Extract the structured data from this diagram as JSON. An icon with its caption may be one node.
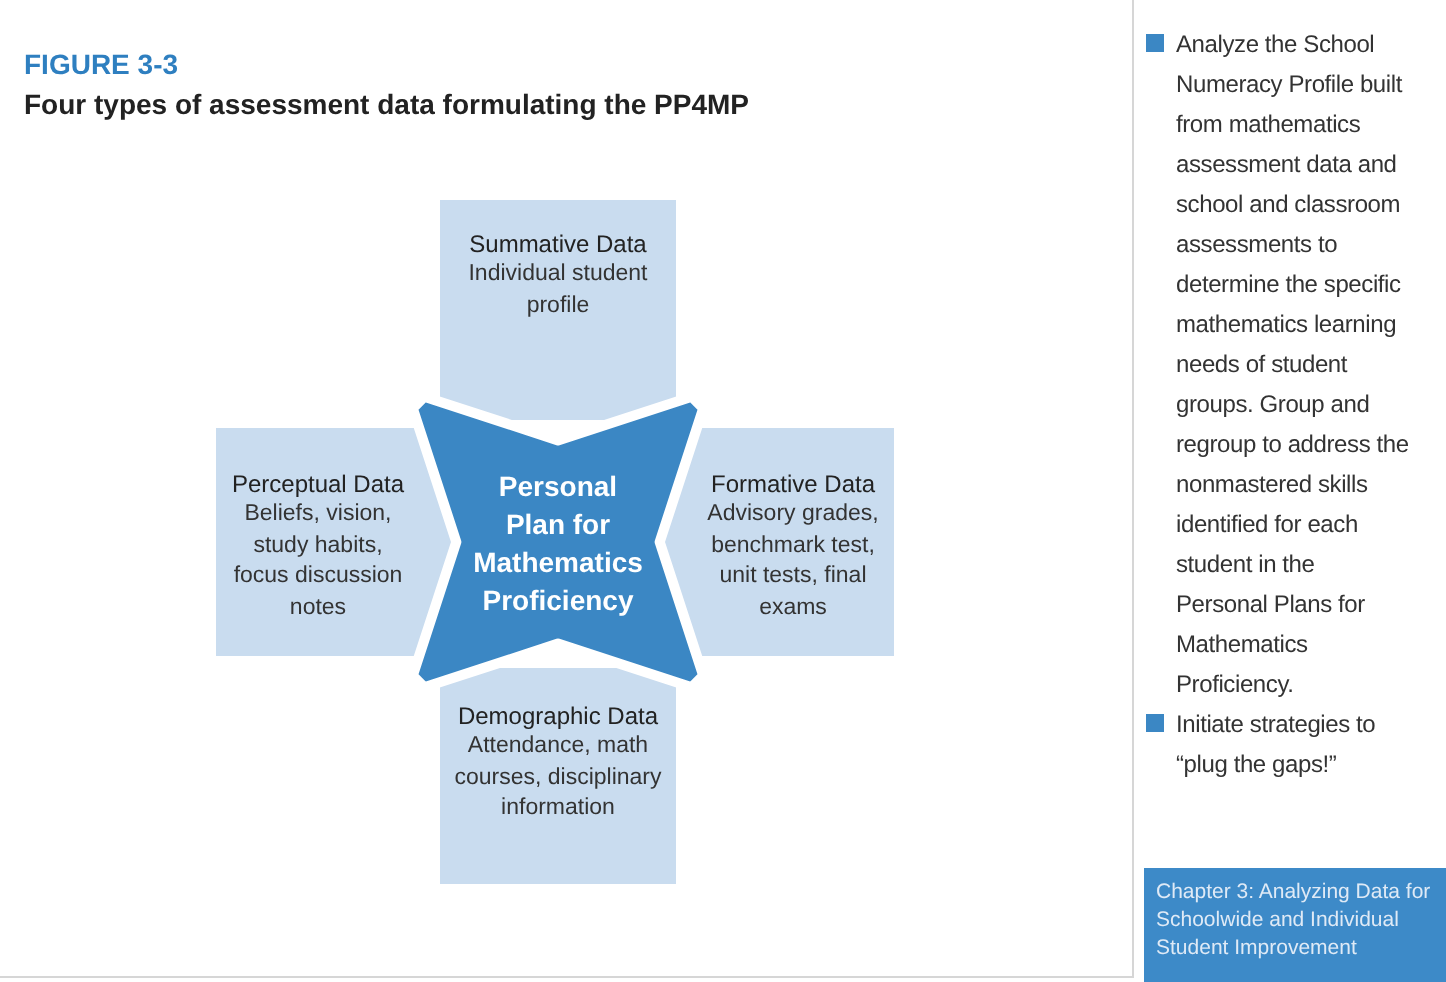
{
  "diagram": {
    "title": "Four types of assessment data formulating the PP4MP",
    "nodes": [
      {
        "text": [
          "Summative Data",
          "Individual student profile"
        ]
      },
      {
        "text": [
          "Perceptual Data",
          "Beliefs, vision, study habits, focus discussion notes"
        ]
      },
      {
        "text": [
          "Personal Plan for Mathematics Proficiency"
        ]
      },
      {
        "text": [
          "Formative Data",
          "Advisory grades, benchmark test, unit tests, final exams"
        ]
      },
      {
        "text": [
          "Demographic Data",
          "Attendance, math courses, disciplinary information"
        ]
      },
      {
        "text": [
          "Chapter 3: Analyzing Data for Schoolwide and Individual Student Improvement"
        ]
      }
    ],
    "edges": [],
    "labels": [
      "FIGURE 3-3",
      "Analyze the School Numeracy Profile built from mathematics assessment data and school and classroom assessments to determine the specific mathematics learning needs of student groups. Group and regroup to address the nonmastered skills identified for each student in the Personal Plans for Mathematics Proficiency.",
      "Initiate strategies to “plug the gaps!”"
    ]
  }
}
